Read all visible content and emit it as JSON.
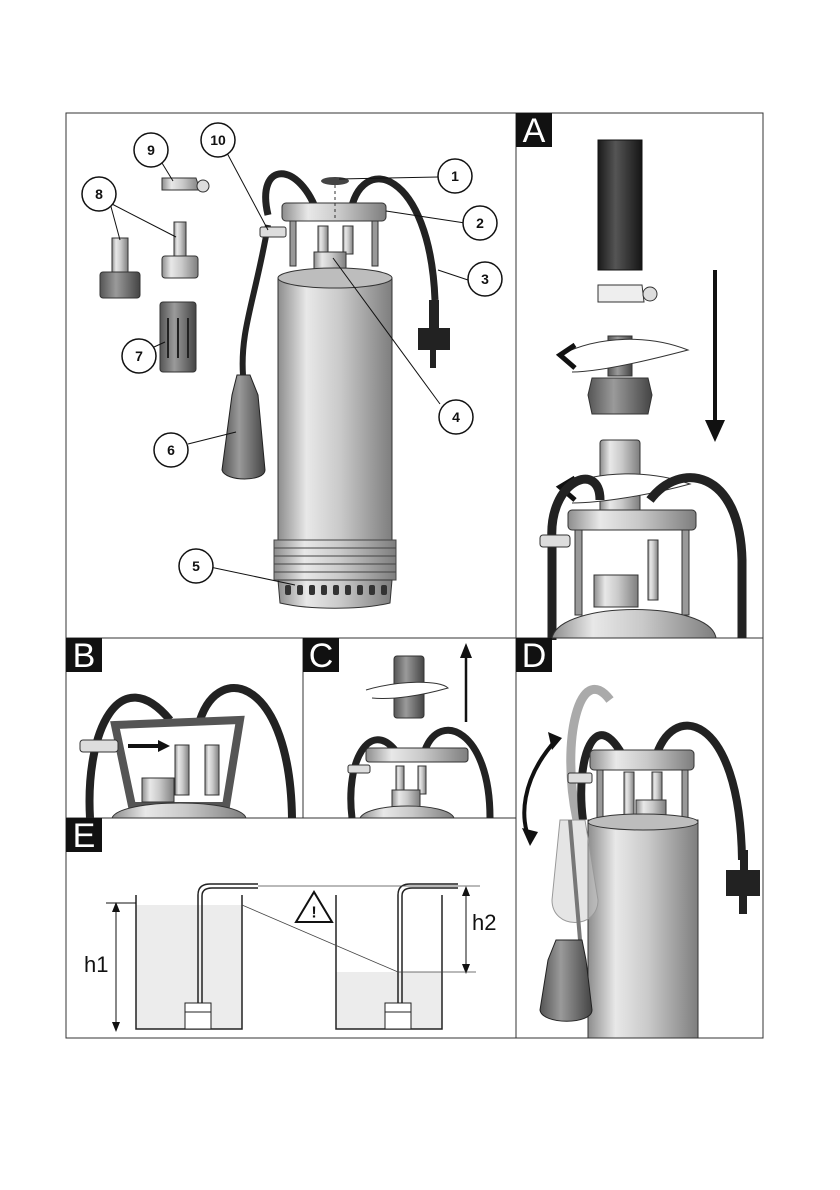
{
  "callouts": {
    "c1": "1",
    "c2": "2",
    "c3": "3",
    "c4": "4",
    "c5": "5",
    "c6": "6",
    "c7": "7",
    "c8": "8",
    "c9": "9",
    "c10": "10"
  },
  "panels": {
    "a": "A",
    "b": "B",
    "c": "C",
    "d": "D",
    "e": "E"
  },
  "levels": {
    "h1": "h1",
    "h2": "h2"
  },
  "warning_symbol": "!",
  "colors": {
    "frame": "#333333",
    "hose": "#2a2a2a",
    "body_metal": "#c8c8c8",
    "water": "#ececec",
    "label_bg": "#111111"
  }
}
